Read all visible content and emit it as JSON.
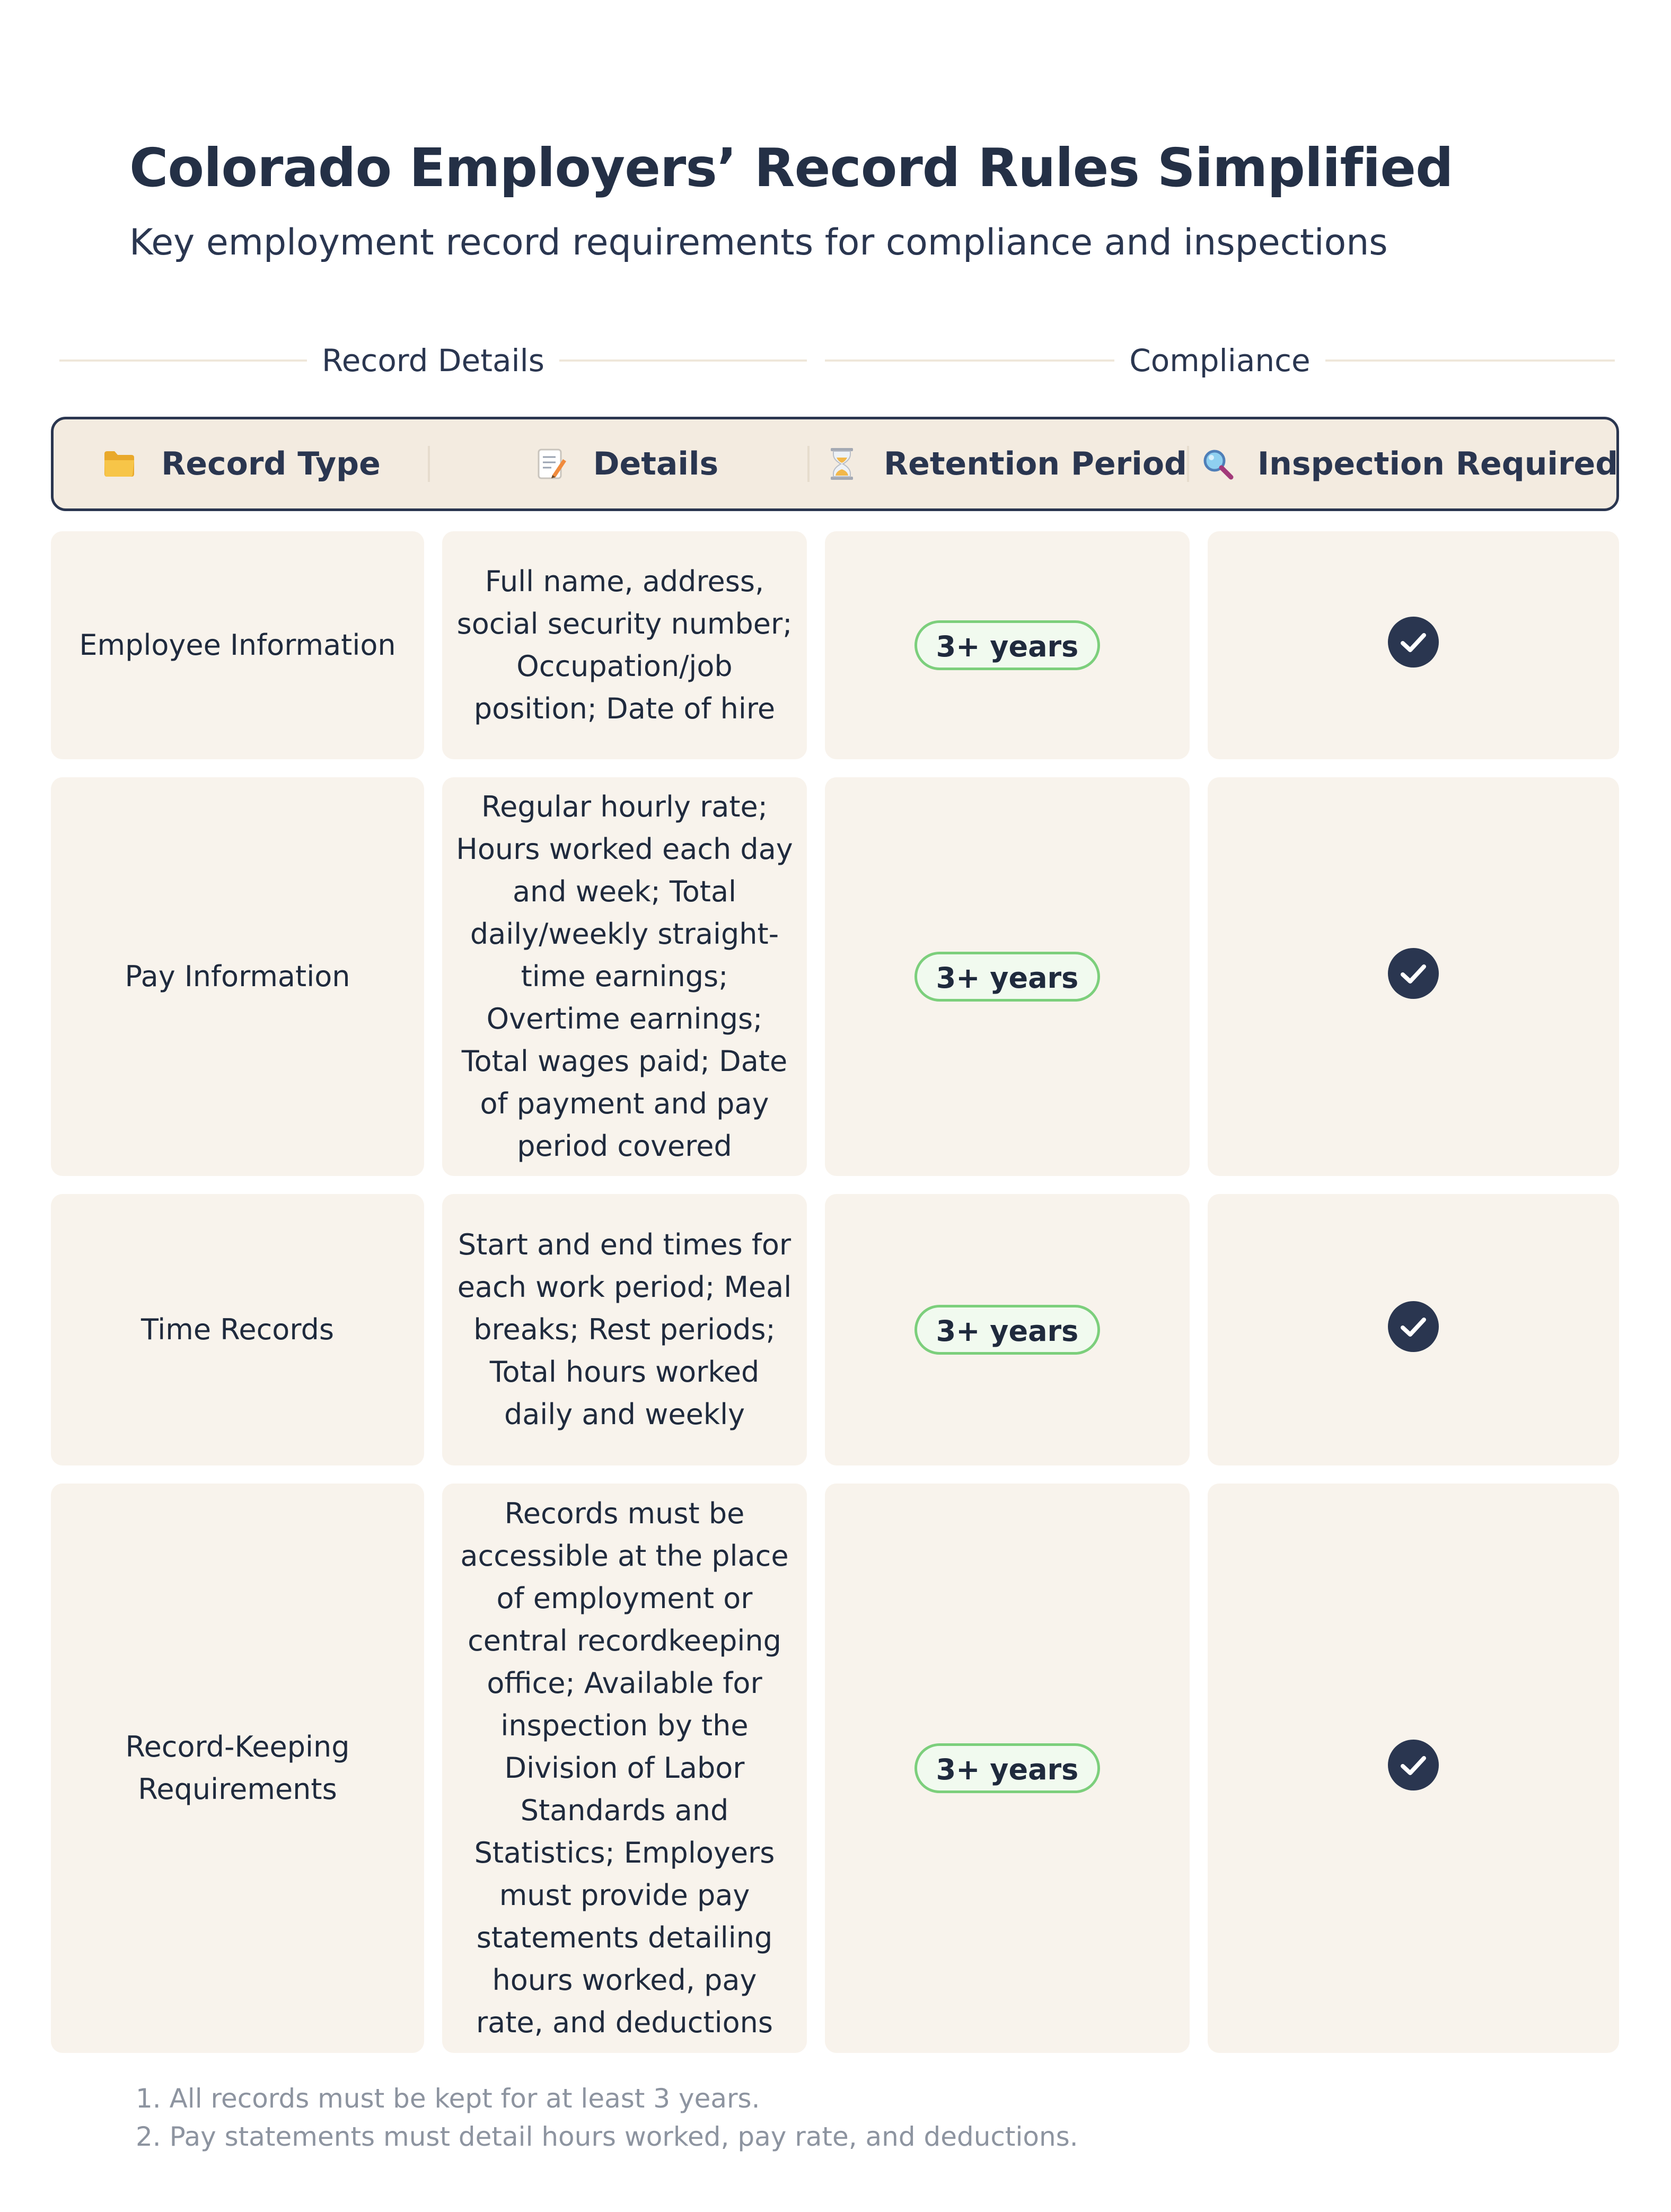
{
  "title": "Colorado Employers’ Record Rules Simplified",
  "subtitle": "Key employment record requirements for compliance and inspections",
  "groups": {
    "left": "Record Details",
    "right": "Compliance"
  },
  "columns": [
    {
      "label": "Record Type",
      "icon": "folder-icon"
    },
    {
      "label": "Details",
      "icon": "memo-icon"
    },
    {
      "label": "Retention Period",
      "icon": "hourglass-icon"
    },
    {
      "label": "Inspection Required",
      "icon": "magnifier-icon"
    }
  ],
  "rows": [
    {
      "record_type": "Employee Information",
      "details": "Full name, address, social security number; Occupation/job position; Date of hire",
      "retention": "3+ years",
      "inspection_required": true
    },
    {
      "record_type": "Pay Information",
      "details": "Regular hourly rate; Hours worked each day and week; Total daily/weekly straight-time earnings; Overtime earnings; Total wages paid; Date of payment and pay period covered",
      "retention": "3+ years",
      "inspection_required": true
    },
    {
      "record_type": "Time Records",
      "details": "Start and end times for each work period; Meal breaks; Rest periods; Total hours worked daily and weekly",
      "retention": "3+ years",
      "inspection_required": true
    },
    {
      "record_type": "Record-Keeping Requirements",
      "details": "Records must be accessible at the place of employment or central recordkeeping office; Available for inspection by the Division of Labor Standards and Statistics; Employers must provide pay statements detailing hours worked, pay rate, and deductions",
      "retention": "3+ years",
      "inspection_required": true
    }
  ],
  "footnotes": [
    "1. All records must be kept for at least 3 years.",
    "2. Pay statements must detail hours worked, pay rate, and deductions."
  ],
  "colors": {
    "header_bg": "#f3ebe0",
    "cell_bg": "#f8f3ec",
    "pill_border": "#7ccf7c",
    "check_fill": "#2a3650"
  }
}
